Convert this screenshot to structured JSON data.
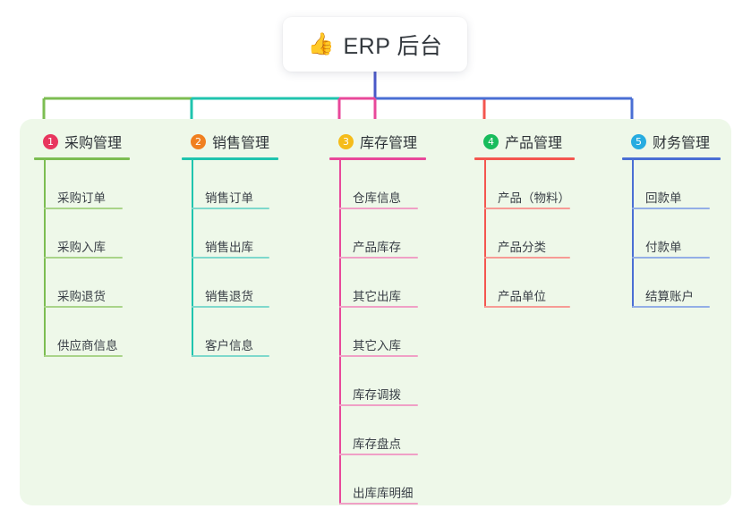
{
  "root": {
    "icon": "thumbs-up-icon",
    "emoji": "👍",
    "title": "ERP 后台"
  },
  "palette": {
    "panel_background": "#eef8e9",
    "page_background": "#ffffff",
    "root_stem": "#4a58c8",
    "text": "#2e3338"
  },
  "branches": [
    {
      "number": "1",
      "title": "采购管理",
      "badge_color": "#e8365e",
      "line_color": "#7cbd52",
      "child_line_color": "#a9d489",
      "children": [
        {
          "label": "采购订单"
        },
        {
          "label": "采购入库"
        },
        {
          "label": "采购退货"
        },
        {
          "label": "供应商信息"
        }
      ]
    },
    {
      "number": "2",
      "title": "销售管理",
      "badge_color": "#f08020",
      "line_color": "#1fc4ae",
      "child_line_color": "#7ed9cc",
      "children": [
        {
          "label": "销售订单"
        },
        {
          "label": "销售出库"
        },
        {
          "label": "销售退货"
        },
        {
          "label": "客户信息"
        }
      ]
    },
    {
      "number": "3",
      "title": "库存管理",
      "badge_color": "#f5bc1a",
      "line_color": "#e8489a",
      "child_line_color": "#f0a0c6",
      "children": [
        {
          "label": "仓库信息"
        },
        {
          "label": "产品库存"
        },
        {
          "label": "其它出库"
        },
        {
          "label": "其它入库"
        },
        {
          "label": "库存调拨"
        },
        {
          "label": "库存盘点"
        },
        {
          "label": "出库库明细"
        }
      ]
    },
    {
      "number": "4",
      "title": "产品管理",
      "badge_color": "#18bc5c",
      "line_color": "#f4564f",
      "child_line_color": "#f79b95",
      "children": [
        {
          "label": "产品（物料）"
        },
        {
          "label": "产品分类"
        },
        {
          "label": "产品单位"
        }
      ]
    },
    {
      "number": "5",
      "title": "财务管理",
      "badge_color": "#27ace0",
      "line_color": "#4a6fd4",
      "child_line_color": "#93aee6",
      "children": [
        {
          "label": "回款单"
        },
        {
          "label": "付款单"
        },
        {
          "label": "结算账户"
        }
      ]
    }
  ]
}
